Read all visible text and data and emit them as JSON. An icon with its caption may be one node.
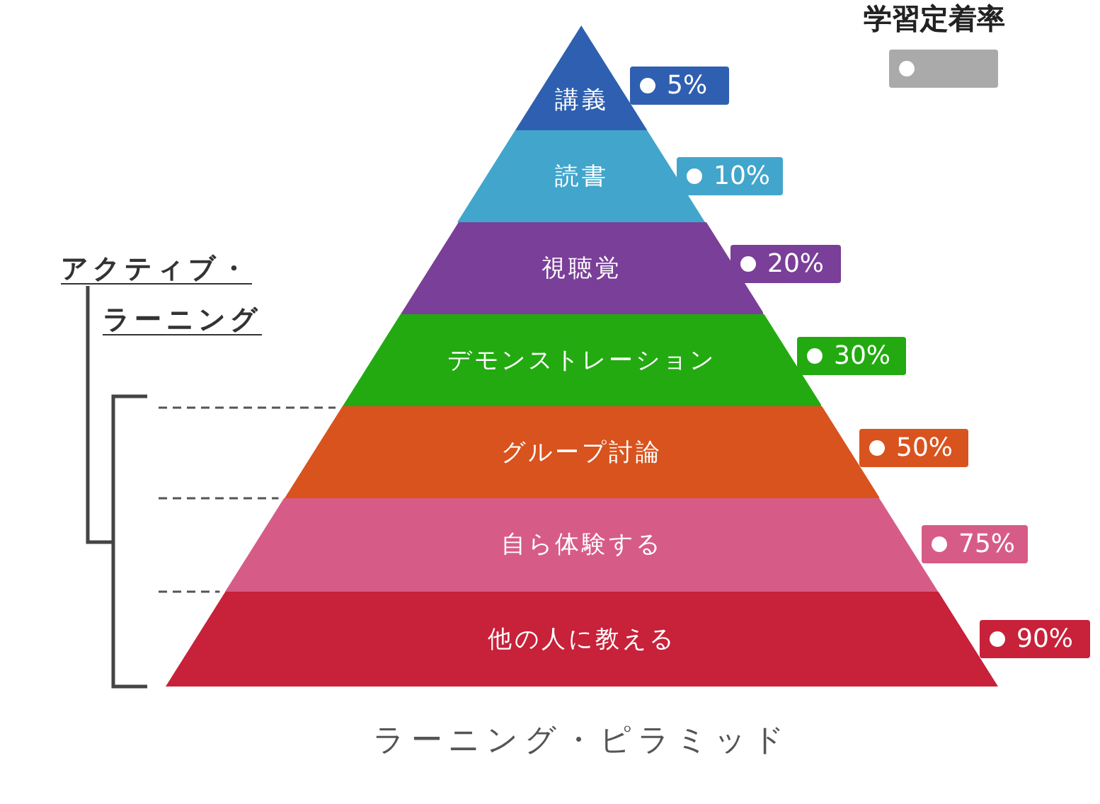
{
  "diagram": {
    "caption": "ラーニング・ピラミッド",
    "nodes": [
      {
        "text": [
          "講義"
        ],
        "beside": [
          "5%"
        ]
      },
      {
        "text": [
          "読書"
        ],
        "beside": [
          "10%"
        ]
      },
      {
        "text": [
          "視聴覚"
        ],
        "beside": [
          "20%"
        ]
      },
      {
        "text": [
          "デモンストレーション"
        ],
        "beside": [
          "30%"
        ]
      },
      {
        "text": [
          "グループ討論"
        ],
        "beside": [
          "50%"
        ]
      },
      {
        "text": [
          "自ら体験する"
        ],
        "beside": [
          "75%"
        ]
      },
      {
        "text": [
          "他の人に教える"
        ],
        "beside": [
          "90%"
        ]
      }
    ],
    "edges": [],
    "labels": [
      "アクティブ・ラーニング"
    ],
    "legend": [
      {
        "text": "学習定着率",
        "color": "#aaaaaa"
      }
    ]
  }
}
